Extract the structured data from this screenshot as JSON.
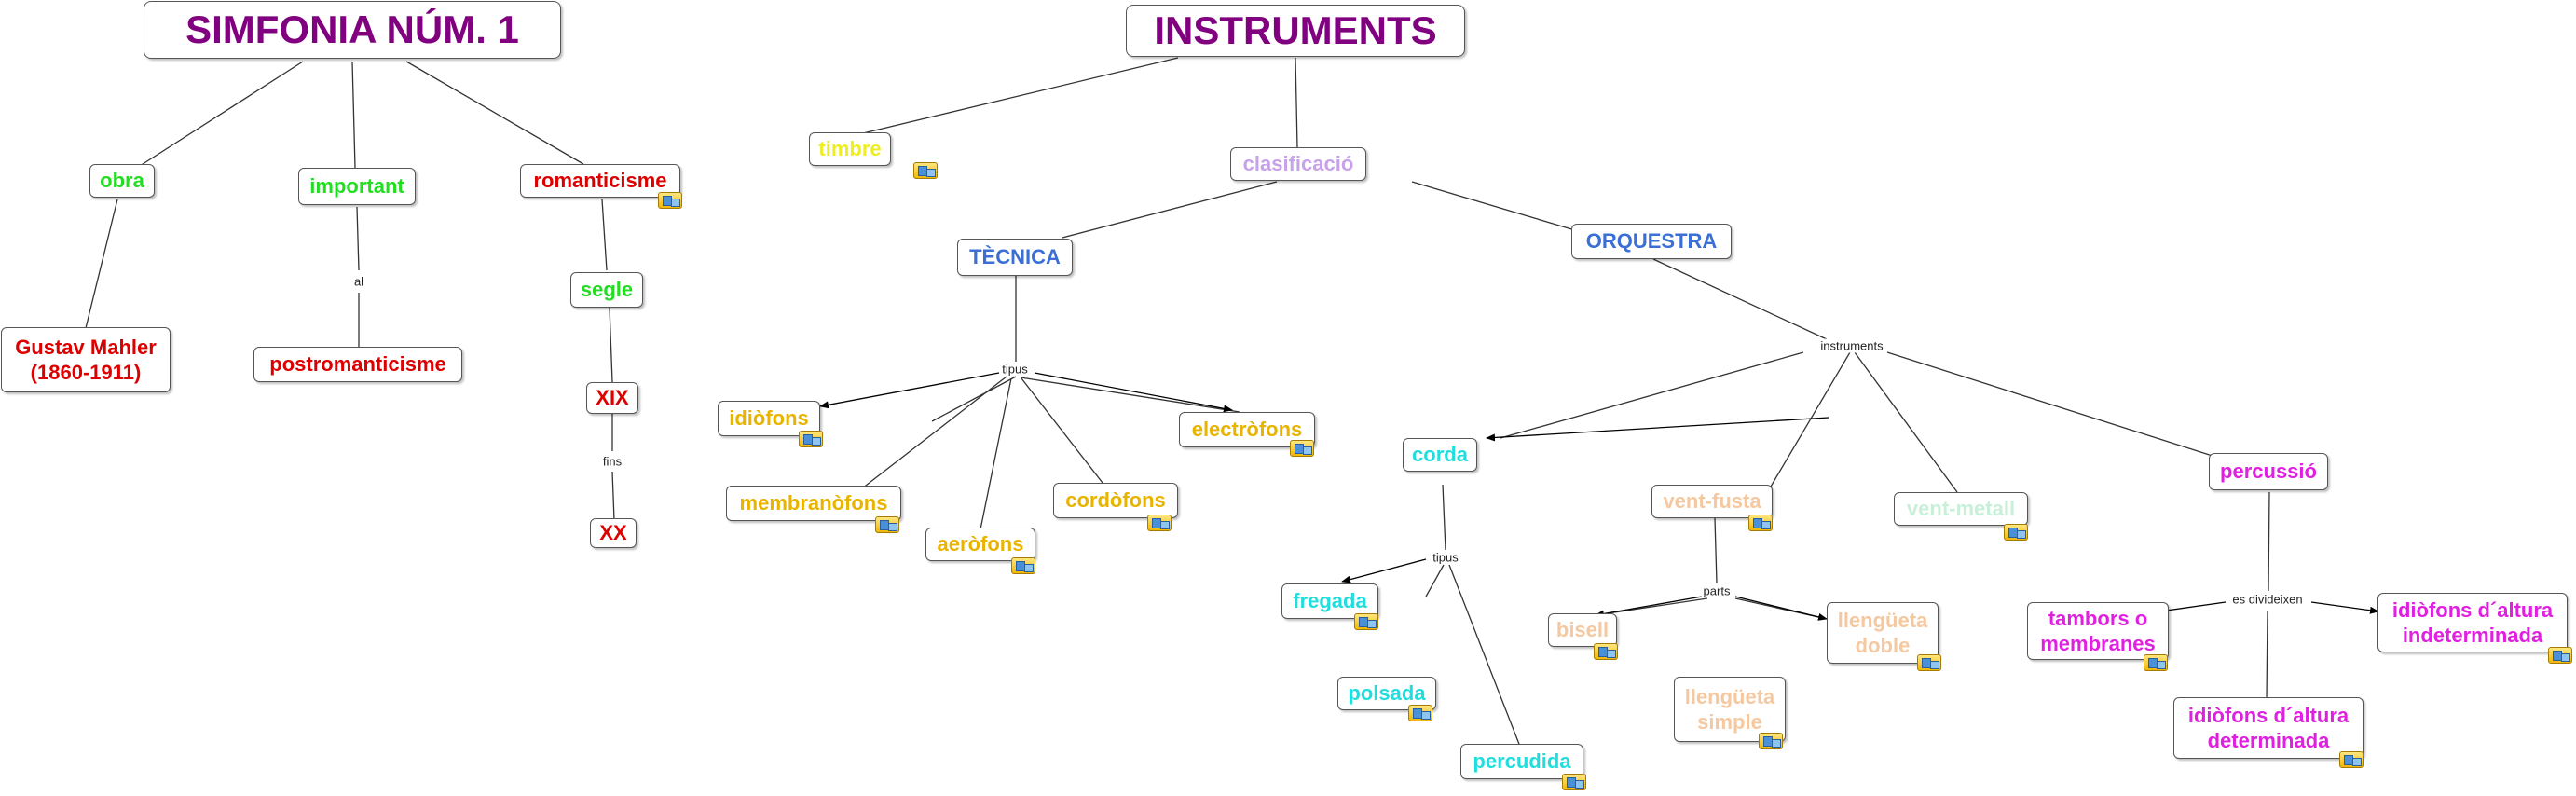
{
  "map_left": {
    "title": "SIMFONIA NÚM. 1",
    "obra": "obra",
    "important": "important",
    "romanticisme": "romanticisme",
    "mahler": "Gustav Mahler (1860-1911)",
    "al": "al",
    "postromanticisme": "postromanticisme",
    "segle": "segle",
    "xix": "XIX",
    "fins": "fins",
    "xx": "XX"
  },
  "map_right": {
    "title": "INSTRUMENTS",
    "timbre": "timbre",
    "clasificacio": "clasificació",
    "tecnica": "TÈCNICA",
    "orquestra": "ORQUESTRA",
    "tipus": "tipus",
    "idiofons": "idiòfons",
    "membranofons": "membranòfons",
    "aerofons": "aeròfons",
    "cordofons": "cordòfons",
    "electrofons": "electròfons",
    "instruments_link": "instruments",
    "corda": "corda",
    "corda_tipus": "tipus",
    "fregada": "fregada",
    "polsada": "polsada",
    "percudida": "percudida",
    "vent_fusta": "vent-fusta",
    "parts": "parts",
    "bisell": "bisell",
    "llengueta_doble": "llengüeta doble",
    "llengueta_simple": "llengüeta simple",
    "vent_metall": "vent-metall",
    "percussio": "percussió",
    "es_divideixen": "es divideixen",
    "tambors": "tambors o membranes",
    "indeterminada": "idiòfons d´altura indeterminada",
    "determinada": "idiòfons d´altura determinada"
  },
  "colors": {
    "title": "#800080",
    "green": "#22dd22",
    "red": "#dd0000",
    "yellow": "#eeee22",
    "lilac": "#c8a2e8",
    "blue": "#3b6fd6",
    "gold": "#e8b400",
    "cyan": "#22dddd",
    "peach": "#f5c8a0",
    "mint": "#c8f0d8",
    "magenta": "#e020e0"
  },
  "icons": [
    "resource-attachment-icon"
  ]
}
